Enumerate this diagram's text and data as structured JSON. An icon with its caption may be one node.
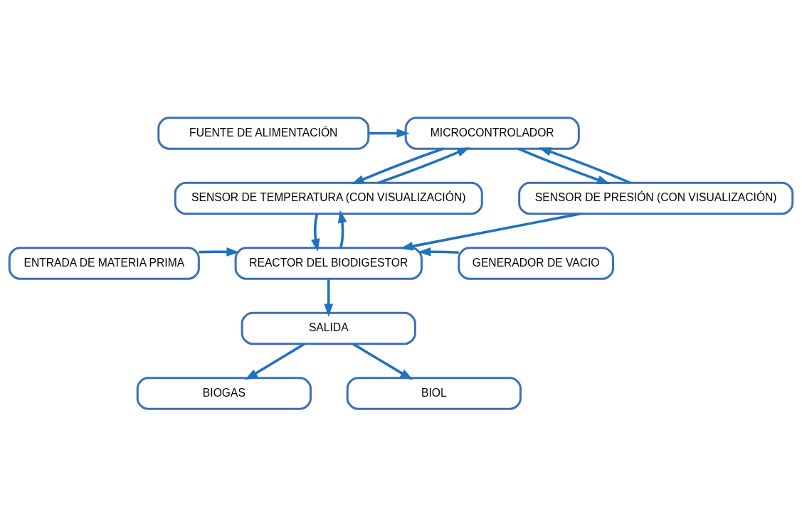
{
  "diagram": {
    "nodes": [
      {
        "text": [
          "FUENTE DE ALIMENTACIÓN"
        ]
      },
      {
        "text": [
          "MICROCONTROLADOR"
        ]
      },
      {
        "text": [
          "SENSOR DE TEMPERATURA (CON VISUALIZACIÓN)"
        ]
      },
      {
        "text": [
          "SENSOR DE PRESIÓN (CON VISUALIZACIÓN)"
        ]
      },
      {
        "text": [
          "ENTRADA DE MATERIA PRIMA"
        ]
      },
      {
        "text": [
          "REACTOR DEL BIODIGESTOR"
        ]
      },
      {
        "text": [
          "GENERADOR DE VACIO"
        ]
      },
      {
        "text": [
          "SALIDA"
        ]
      },
      {
        "text": [
          "BIOGAS"
        ]
      },
      {
        "text": [
          "BIOL"
        ]
      }
    ],
    "edges": [
      {
        "from": 0,
        "to": 1,
        "arrow": "to"
      },
      {
        "from": 1,
        "to": 2,
        "arrow": "to"
      },
      {
        "from": 2,
        "to": 1,
        "arrow": "to"
      },
      {
        "from": 1,
        "to": 3,
        "arrow": "to"
      },
      {
        "from": 3,
        "to": 1,
        "arrow": "to"
      },
      {
        "from": 2,
        "to": 5,
        "arrow": "to"
      },
      {
        "from": 5,
        "to": 2,
        "arrow": "to"
      },
      {
        "from": 3,
        "to": 5,
        "arrow": "to"
      },
      {
        "from": 4,
        "to": 5,
        "arrow": "to"
      },
      {
        "from": 6,
        "to": 5,
        "arrow": "to"
      },
      {
        "from": 5,
        "to": 7,
        "arrow": "to"
      },
      {
        "from": 7,
        "to": 8,
        "arrow": "to"
      },
      {
        "from": 7,
        "to": 9,
        "arrow": "to"
      }
    ]
  }
}
